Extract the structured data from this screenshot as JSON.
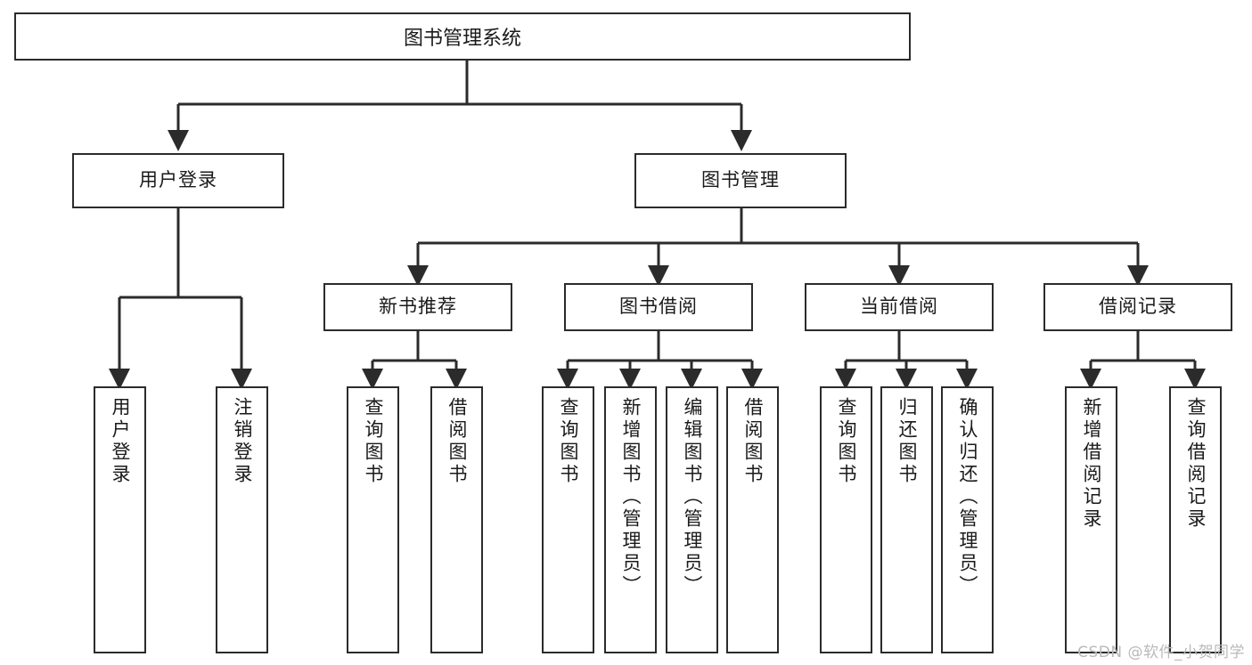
{
  "diagram": {
    "title": "图书管理系统",
    "type": "hierarchy-tree",
    "root": {
      "label": "图书管理系统"
    },
    "level2": [
      {
        "label": "用户登录"
      },
      {
        "label": "图书管理"
      }
    ],
    "level3": [
      {
        "label": "新书推荐"
      },
      {
        "label": "图书借阅"
      },
      {
        "label": "当前借阅"
      },
      {
        "label": "借阅记录"
      }
    ],
    "leaves": [
      {
        "label": "用户登录",
        "parent": "用户登录"
      },
      {
        "label": "注销登录",
        "parent": "用户登录"
      },
      {
        "label": "查询图书",
        "parent": "新书推荐"
      },
      {
        "label": "借阅图书",
        "parent": "新书推荐"
      },
      {
        "label": "查询图书",
        "parent": "图书借阅"
      },
      {
        "label": "新增图书（管理员）",
        "parent": "图书借阅"
      },
      {
        "label": "编辑图书（管理员）",
        "parent": "图书借阅"
      },
      {
        "label": "借阅图书",
        "parent": "图书借阅"
      },
      {
        "label": "查询图书",
        "parent": "当前借阅"
      },
      {
        "label": "归还图书",
        "parent": "当前借阅"
      },
      {
        "label": "确认归还（管理员）",
        "parent": "当前借阅"
      },
      {
        "label": "新增借阅记录",
        "parent": "借阅记录"
      },
      {
        "label": "查询借阅记录",
        "parent": "借阅记录"
      }
    ]
  },
  "watermark": {
    "text": "CSDN @软件_小贺同学"
  },
  "colors": {
    "stroke": "#2b2b2b",
    "text": "#1a1a1a",
    "background": "#ffffff",
    "watermark": "#b9b9b9"
  }
}
